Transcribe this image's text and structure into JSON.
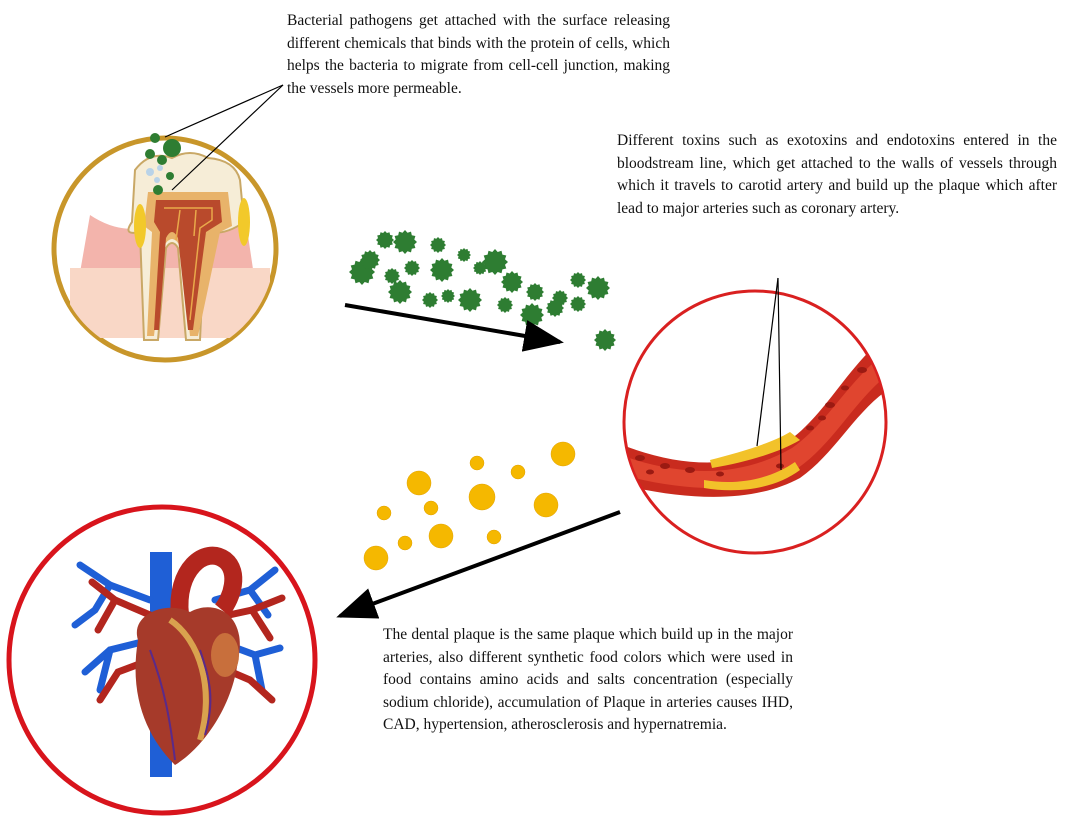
{
  "captions": {
    "bacteria_attachment": "Bacterial pathogens get attached with the surface releasing different chemicals that binds with the protein of cells, which helps the bacteria to migrate from cell-cell junction, making the vessels more permeable.",
    "toxins_bloodstream": "Different toxins such as exotoxins and endotoxins entered in the bloodstream line, which get attached to the walls of vessels through which it travels to carotid artery and build up the plaque which after lead to major arteries such as coronary artery.",
    "plaque_arteries": "The dental plaque is the same plaque which build up in the major arteries, also different synthetic food colors which were used in food contains amino acids and salts concentration (especially sodium chloride), accumulation of Plaque in arteries causes IHD, CAD, hypertension, atherosclerosis and hypernatremia."
  },
  "colors": {
    "tooth_ring": "#c8962a",
    "vessel_ring": "#d92020",
    "heart_ring": "#d8141c",
    "bacteria": "#2e7d32",
    "plaque_particle": "#f5b800",
    "artery_red": "#d23a2a",
    "vein_blue": "#1f5fd6"
  },
  "icons": {
    "tooth": "tooth-cross-section-illustration",
    "bacterium": "spiky-bacteria-icon",
    "vessel": "blood-vessel-with-plaque-illustration",
    "particle": "plaque-particle-icon",
    "heart": "anatomical-heart-illustration"
  }
}
